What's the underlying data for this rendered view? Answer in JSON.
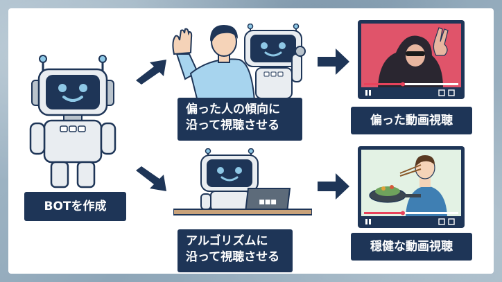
{
  "labels": {
    "create_bot": "BOTを作成",
    "biased_line1": "偏った人の傾向に",
    "biased_line2": "沿って視聴させる",
    "biased_result": "偏った動画視聴",
    "algo_line1": "アルゴリズムに",
    "algo_line2": "沿って視聴させる",
    "healthy_result": "穏健な動画視聴"
  },
  "laptop_text": "■■■",
  "colors": {
    "navy": "#1e3557",
    "red_screen": "#e0546a",
    "green_screen": "#e3f2e4",
    "robot_blue": "#8ec8e6",
    "skin": "#f5d3b8"
  }
}
